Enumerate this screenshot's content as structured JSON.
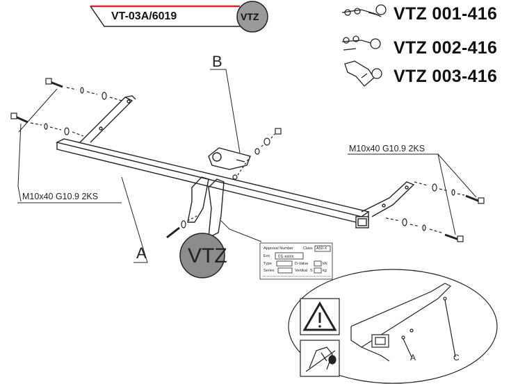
{
  "header": {
    "doc_code": "VT-03A/6019",
    "badge": "VTZ",
    "accent_color": "#d9232a"
  },
  "variants": [
    {
      "ref": "VTZ 001-416",
      "icon": "tow-ball-bolted-icon"
    },
    {
      "ref": "VTZ 002-416",
      "icon": "tow-ball-detachable-icon"
    },
    {
      "ref": "VTZ 003-416",
      "icon": "tow-ball-swan-neck-icon"
    }
  ],
  "labels": {
    "bolt_left": "M10x40 G10.9 2KS",
    "bolt_right": "M10x40 G10.9 2KS",
    "part_a": "A",
    "part_b": "B",
    "detail_a": "A",
    "detail_c": "C",
    "vtz_circle": "VTZ"
  },
  "plate": {
    "approval": "Approval Number",
    "class": "Class",
    "class_value": "A50-X",
    "exx": "Exx",
    "exx_value": "01-xxxx",
    "type": "Type",
    "dvalue": "D-Value",
    "dvalue_unit": "kN",
    "series": "Series",
    "vertical": "Vertikal",
    "vertical_s": "S",
    "vertical_unit": "kg"
  },
  "colors": {
    "line": "#222222",
    "badge_fill": "#9a9a9a",
    "circle_fill": "#8c8c8c"
  }
}
